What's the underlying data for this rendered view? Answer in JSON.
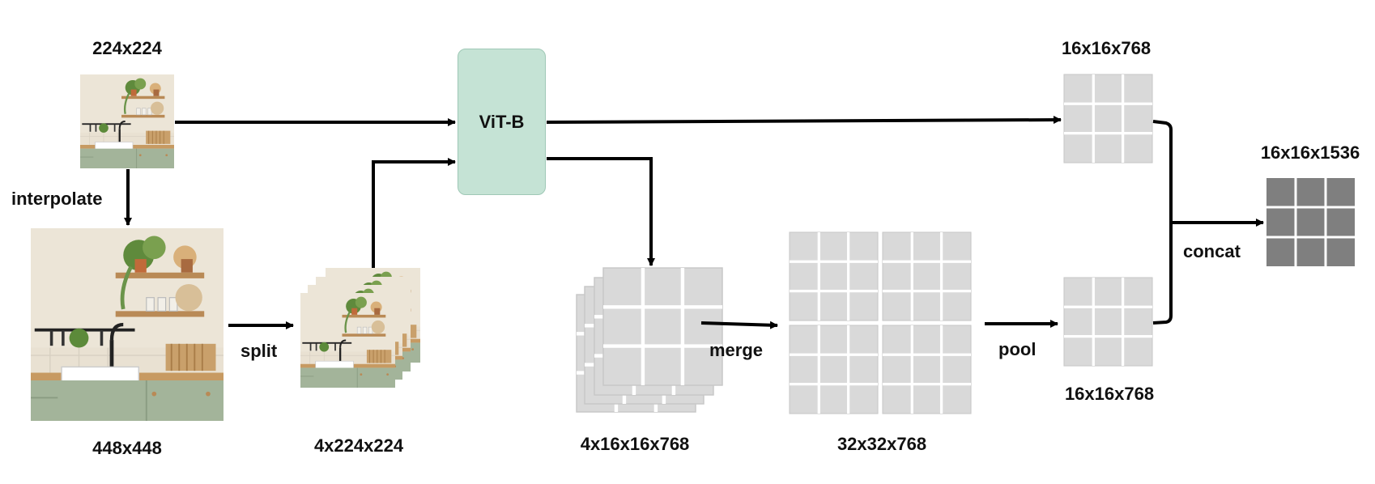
{
  "labels": {
    "input_small": "224x224",
    "input_large": "448x448",
    "split_stack": "4x224x224",
    "vit_out_stack": "4x16x16x768",
    "merged": "32x32x768",
    "global_feat": "16x16x768",
    "pooled_feat": "16x16x768",
    "concat_out": "16x16x1536"
  },
  "operations": {
    "interpolate": "interpolate",
    "split": "split",
    "merge": "merge",
    "pool": "pool",
    "concat": "concat"
  },
  "model": {
    "name": "ViT-B"
  },
  "colors": {
    "vit_fill": "#c5e3d5",
    "grid_light": "#d9d9d9",
    "grid_dark": "#7f7f7f",
    "arrow": "#000000"
  }
}
